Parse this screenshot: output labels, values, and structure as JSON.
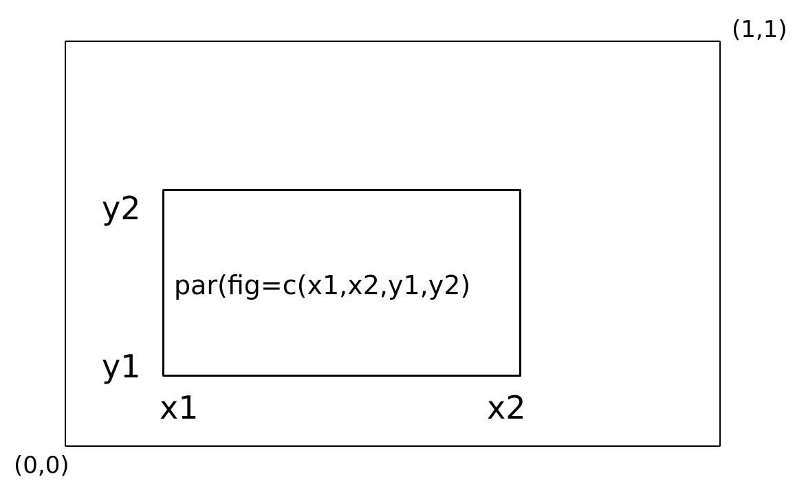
{
  "diagram": {
    "outer_region": {
      "corner_bottom_left": "(0,0)",
      "corner_top_right": "(1,1)"
    },
    "inner_region": {
      "label": "par(fig=c(x1,x2,y1,y2)",
      "y_top": "y2",
      "y_bottom": "y1",
      "x_left": "x1",
      "x_right": "x2"
    },
    "colors": {
      "line": "#000000",
      "background": "#ffffff"
    }
  }
}
